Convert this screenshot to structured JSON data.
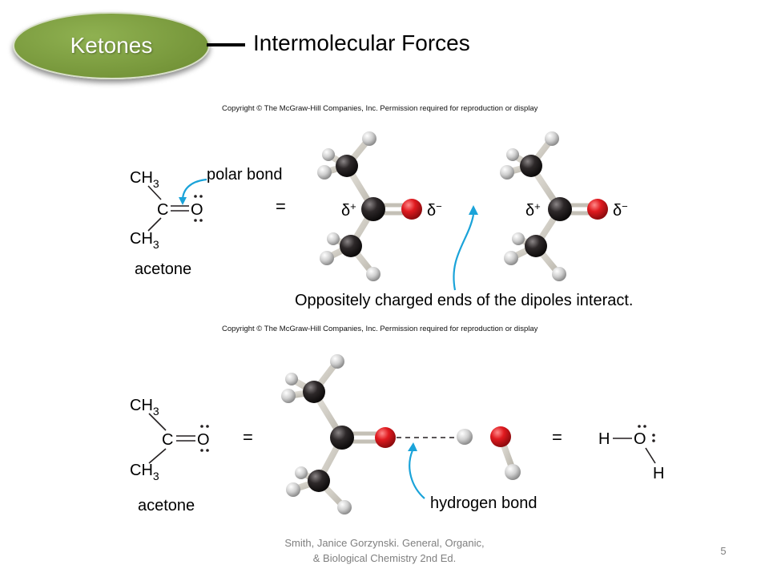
{
  "header": {
    "badge": "Ketones",
    "title": "Intermolecular Forces"
  },
  "figure1": {
    "copyright": "Copyright © The McGraw-Hill Companies, Inc. Permission required for reproduction or display",
    "ch3": "CH",
    "sub3": "3",
    "c_atom": "C",
    "o_atom": "O",
    "polar_bond": "polar bond",
    "name": "acetone",
    "equals": "=",
    "delta_plus": "δ",
    "plus": "+",
    "delta_minus": "δ",
    "minus": "−",
    "annotation": "Oppositely charged ends of the dipoles interact."
  },
  "figure2": {
    "copyright": "Copyright © The McGraw-Hill Companies, Inc. Permission required for reproduction or display",
    "ch3": "CH",
    "sub3": "3",
    "c_atom": "C",
    "o_atom": "O",
    "name": "acetone",
    "equals": "=",
    "h_atom": "H",
    "annotation": "hydrogen bond"
  },
  "footer": {
    "citation_line1": "Smith, Janice Gorzynski. General, Organic,",
    "citation_line2": "& Biological Chemistry 2nd Ed.",
    "page": "5"
  },
  "colors": {
    "badge_green": "#76963a",
    "oxygen_red": "#d7191c",
    "carbon_black": "#231f20",
    "hydrogen_gray": "#cfcfcf",
    "arrow_blue": "#1aa3d9"
  }
}
